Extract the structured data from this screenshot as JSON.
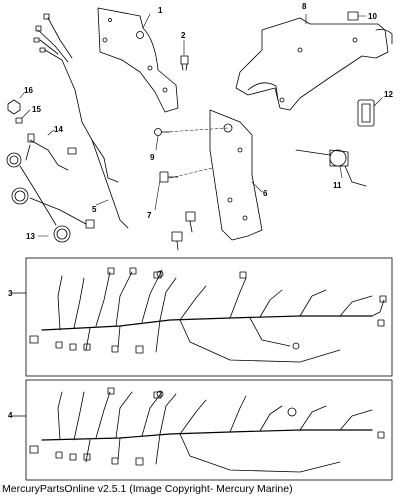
{
  "callouts": {
    "c1": "1",
    "c2": "2",
    "c3": "3",
    "c4": "4",
    "c5": "5",
    "c6": "6",
    "c7": "7",
    "c8": "8",
    "c9": "9",
    "c10": "10",
    "c11": "11",
    "c12": "12",
    "c13": "13",
    "c14": "14",
    "c15": "15",
    "c16": "16"
  },
  "footer": {
    "text": "MercuryPartsOnline v2.5.1 (Image Copyright- Mercury Marine)"
  },
  "colors": {
    "line": "#000000",
    "frame": "#333333",
    "background": "#ffffff"
  }
}
